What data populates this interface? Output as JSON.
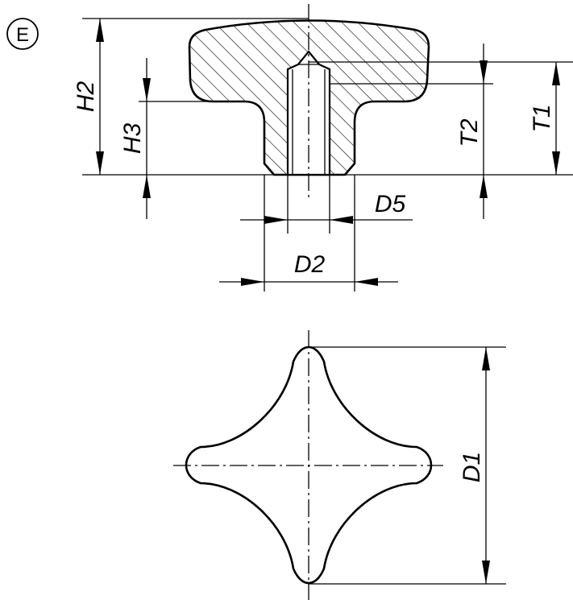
{
  "view_label": "E",
  "dimensions": {
    "h2": "H2",
    "h3": "H3",
    "t1": "T1",
    "t2": "T2",
    "d5": "D5",
    "d2": "D2",
    "d1": "D1"
  }
}
